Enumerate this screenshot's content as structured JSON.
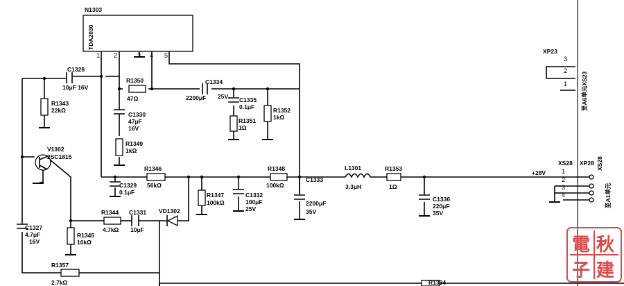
{
  "ic": {
    "name": "N1303",
    "part_number": "TDA2030",
    "pins": [
      "1",
      "2",
      "3",
      "4",
      "5"
    ]
  },
  "components": {
    "C1328": {
      "ref": "C1328",
      "value": "10μF 16V"
    },
    "R1343": {
      "ref": "R1343",
      "value": "22kΩ"
    },
    "R1350": {
      "ref": "R1350",
      "value": "47Ω"
    },
    "C1330": {
      "ref": "C1330",
      "value": "47μF",
      "voltage": "16V"
    },
    "R1349": {
      "ref": "R1349",
      "value": "1kΩ"
    },
    "C1334": {
      "ref": "C1334",
      "value": "2200μF",
      "voltage": "25V"
    },
    "C1335": {
      "ref": "C1335",
      "value": "0.1μF"
    },
    "R1351": {
      "ref": "R1351",
      "value": "1Ω"
    },
    "R1352": {
      "ref": "R1352",
      "value": "1kΩ"
    },
    "V1302": {
      "ref": "V1302",
      "value": "2SC1815"
    },
    "R1346": {
      "ref": "R1346",
      "value": "56kΩ"
    },
    "C1329": {
      "ref": "C1329",
      "value": "0.1μF"
    },
    "R1347": {
      "ref": "R1347",
      "value": "100kΩ"
    },
    "C1332": {
      "ref": "C1332",
      "value": "100μF",
      "voltage": "25V"
    },
    "R1348": {
      "ref": "R1348",
      "value": "100kΩ"
    },
    "C1333": {
      "ref": "C1333",
      "value": "2200μF",
      "voltage": "35V"
    },
    "L1301": {
      "ref": "L1301",
      "value": "3.3μH"
    },
    "R1353": {
      "ref": "R1353",
      "value": "1Ω"
    },
    "C1336": {
      "ref": "C1336",
      "value": "220μF",
      "voltage": "35V"
    },
    "R1344": {
      "ref": "R1344",
      "value": "4.7kΩ"
    },
    "C1331": {
      "ref": "C1331",
      "value": "10μF"
    },
    "VD1302": {
      "ref": "VD1302"
    },
    "C1327": {
      "ref": "C1327",
      "value": "4.7μF",
      "voltage": "16V"
    },
    "R1345": {
      "ref": "R1345",
      "value": "10kΩ"
    },
    "R1357": {
      "ref": "R1357",
      "value": "2.7kΩ"
    },
    "R1334": {
      "ref": "R1334"
    }
  },
  "connectors": {
    "XP23": {
      "name": "XP23",
      "pins": [
        "3",
        "2",
        "1"
      ],
      "destination": "至A6单元XS23"
    },
    "XS28": {
      "name": "XS28",
      "pins": [
        "1",
        "2",
        "3",
        "4"
      ]
    },
    "XP28": {
      "name": "XP28",
      "destination": "至A1单元",
      "mating": "XS28"
    }
  },
  "nets": {
    "supply": "+28V"
  },
  "seal": {
    "text": "秋建電子"
  }
}
